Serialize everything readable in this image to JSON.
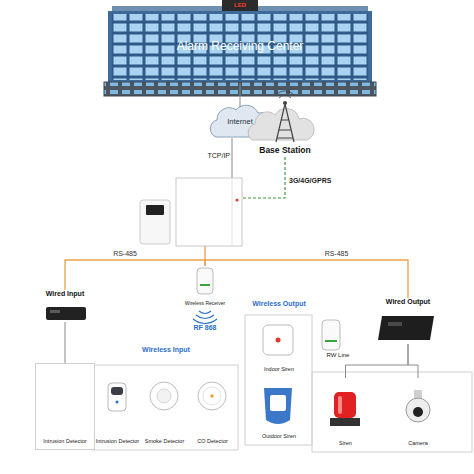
{
  "diagram": {
    "nodes": [
      {
        "text": [
          "Alarm Receiving Center"
        ]
      },
      {
        "text": [
          "Internet"
        ]
      },
      {
        "text": [
          "Base Station"
        ]
      },
      {
        "text": [
          "Wired Input"
        ]
      },
      {
        "text": [
          "Wireless Receiver"
        ]
      },
      {
        "text": [
          "Wired Output"
        ]
      },
      {
        "text": [
          "Intrusion Detector"
        ]
      },
      {
        "text": [
          "Wireless Input"
        ]
      },
      {
        "text": [
          "Intrusion Detector"
        ],
        "in": 7
      },
      {
        "text": [
          "Smoke Detector"
        ],
        "in": 7
      },
      {
        "text": [
          "CO Detector"
        ],
        "in": 7
      },
      {
        "text": [
          "Wireless Output"
        ]
      },
      {
        "text": [
          "Indoor Siren"
        ],
        "in": 11
      },
      {
        "text": [
          "Outdoor Siren"
        ],
        "in": 11
      },
      {
        "text": [
          "Siren"
        ]
      },
      {
        "text": [
          "Camera"
        ]
      }
    ],
    "edges": [
      {
        "from": 0,
        "to": 1,
        "arrow": "none"
      },
      {
        "from": 3,
        "to": 4,
        "label": "RS-485",
        "arrow": "none"
      },
      {
        "from": 4,
        "to": 5,
        "label": "RS-485",
        "arrow": "none"
      },
      {
        "from": 3,
        "to": 6,
        "arrow": "none"
      },
      {
        "from": 5,
        "to": 14,
        "arrow": "none"
      },
      {
        "from": 5,
        "to": 15,
        "arrow": "none"
      }
    ],
    "labels": [
      "LED",
      "TCP/IP",
      "3G/4G/GPRS",
      "RF 868",
      "RW Line"
    ]
  }
}
